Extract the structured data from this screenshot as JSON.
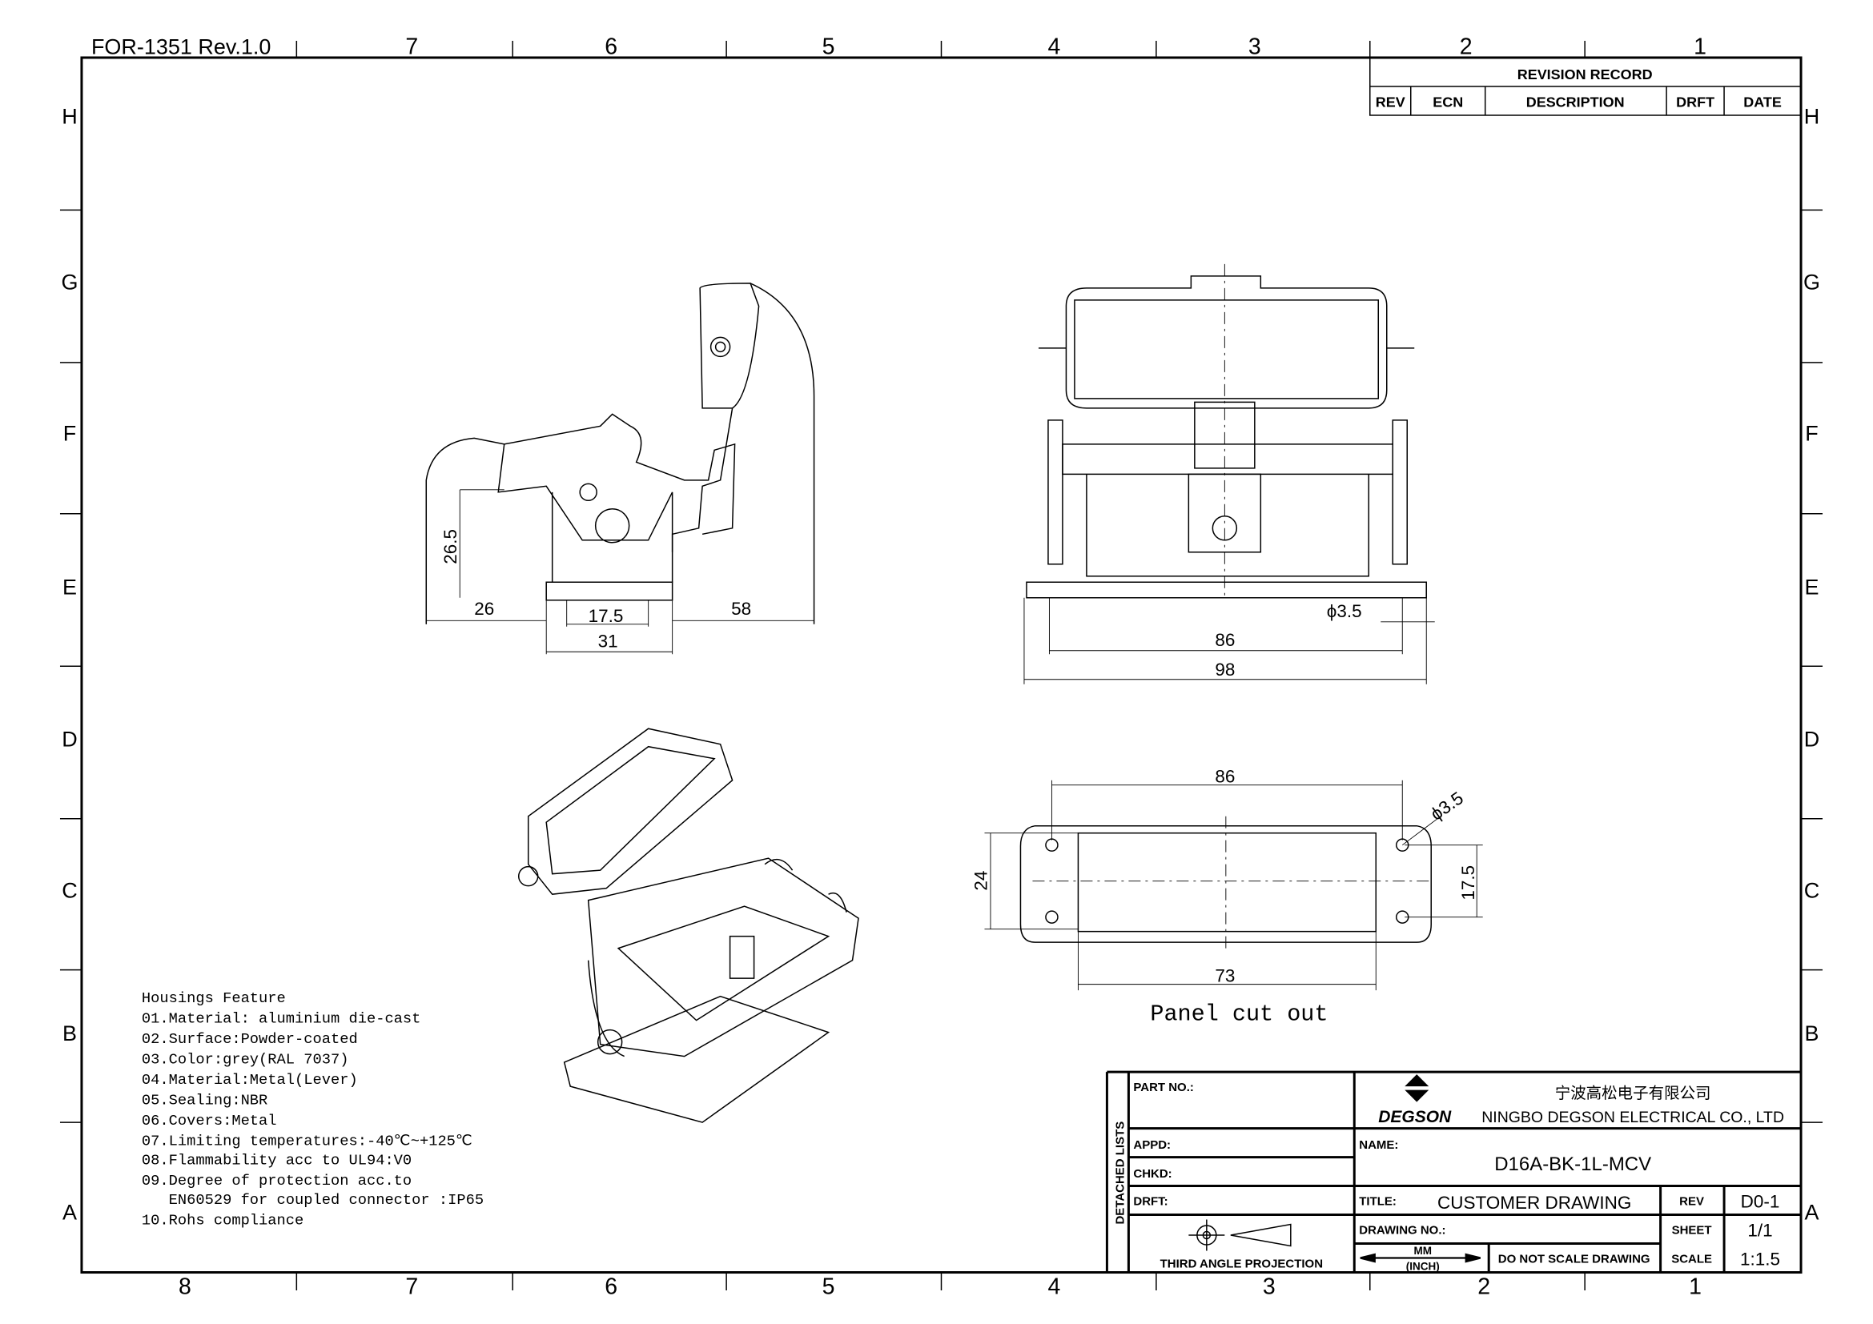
{
  "form_id": "FOR-1351 Rev.1.0",
  "columns_top": [
    "7",
    "6",
    "5",
    "4",
    "3",
    "2",
    "1"
  ],
  "columns_bottom": [
    "8",
    "7",
    "6",
    "5",
    "4",
    "3",
    "2",
    "1"
  ],
  "rows": [
    "H",
    "G",
    "F",
    "E",
    "D",
    "C",
    "B",
    "A"
  ],
  "revision_record": {
    "title": "REVISION RECORD",
    "headers": [
      "REV",
      "ECN",
      "DESCRIPTION",
      "DRFT",
      "DATE"
    ]
  },
  "side_view_dims": {
    "height": "26.5",
    "left": "26",
    "center": "17.5",
    "base": "31",
    "right": "58"
  },
  "front_view_dims": {
    "hole_pitch": "86",
    "overall": "98",
    "hole_dia": "ϕ3.5"
  },
  "cutout_dims": {
    "pitch_x": "86",
    "hole_dia": "ϕ3.5",
    "height": "24",
    "pitch_y": "17.5",
    "width": "73"
  },
  "cutout_label": "Panel cut out",
  "notes": {
    "title": "Housings Feature",
    "items": [
      "01.Material: aluminium die-cast",
      "02.Surface:Powder-coated",
      "03.Color:grey(RAL 7037)",
      "04.Material:Metal(Lever)",
      "05.Sealing:NBR",
      "06.Covers:Metal",
      "07.Limiting temperatures:-40℃~+125℃",
      "08.Flammability acc to UL94:V0",
      "09.Degree of protection acc.to",
      "   EN60529 for coupled connector :IP65",
      "10.Rohs compliance"
    ]
  },
  "title_block": {
    "detached_lists": "DETACHED LISTS",
    "part_no_label": "PART NO.:",
    "appd_label": "APPD:",
    "chkd_label": "CHKD:",
    "drft_label": "DRFT:",
    "projection_label": "THIRD ANGLE PROJECTION",
    "logo_text": "DEGSON",
    "company_cn": "宁波高松电子有限公司",
    "company_en": "NINGBO DEGSON ELECTRICAL CO., LTD",
    "name_label": "NAME:",
    "name_value": "D16A-BK-1L-MCV",
    "title_label": "TITLE:",
    "title_value": "CUSTOMER DRAWING",
    "rev_label": "REV",
    "rev_value": "D0-1",
    "drawing_no_label": "DRAWING NO.:",
    "sheet_label": "SHEET",
    "sheet_value": "1/1",
    "units_top": "MM",
    "units_bottom": "(INCH)",
    "no_scale": "DO NOT SCALE DRAWING",
    "scale_label": "SCALE",
    "scale_value": "1:1.5"
  }
}
